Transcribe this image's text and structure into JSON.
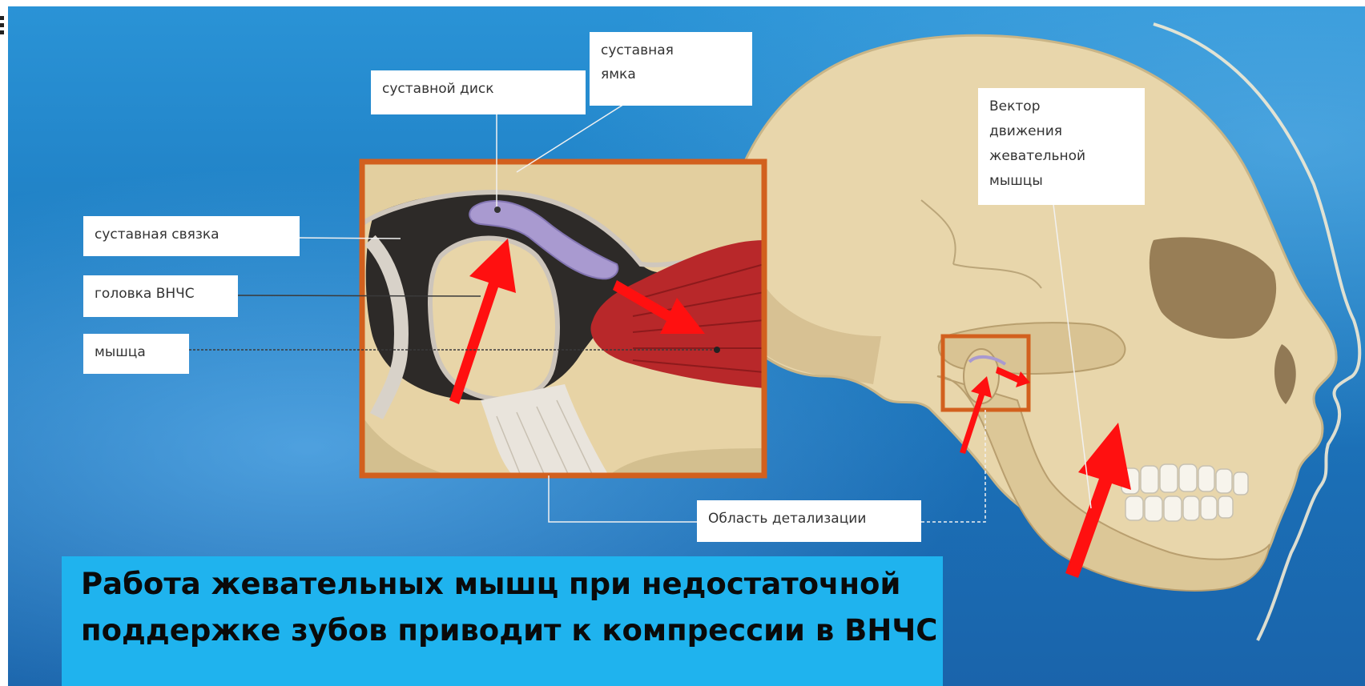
{
  "labels": {
    "articular_disc": "суставной диск",
    "articular_fossa": "суставная\nямка",
    "articular_ligament": "суставная связка",
    "tmj_head": "головка ВНЧС",
    "muscle": "мышца",
    "muscle_vector": "Вектор\nдвижения\nжевательной\nмышцы",
    "detail_area": "Область детализации"
  },
  "banner": {
    "line1": "Работа жевательных мышц при недостаточной",
    "line2": "поддержке зубов приводит к компрессии в ВНЧС"
  },
  "colors": {
    "background": "#1f7fc4",
    "bone": "#e6d3a8",
    "frame": "#d2601e",
    "arrow": "#ff1010",
    "disc": "#a99ad0",
    "muscle": "#b8282a",
    "banner": "#1fb3ee"
  }
}
